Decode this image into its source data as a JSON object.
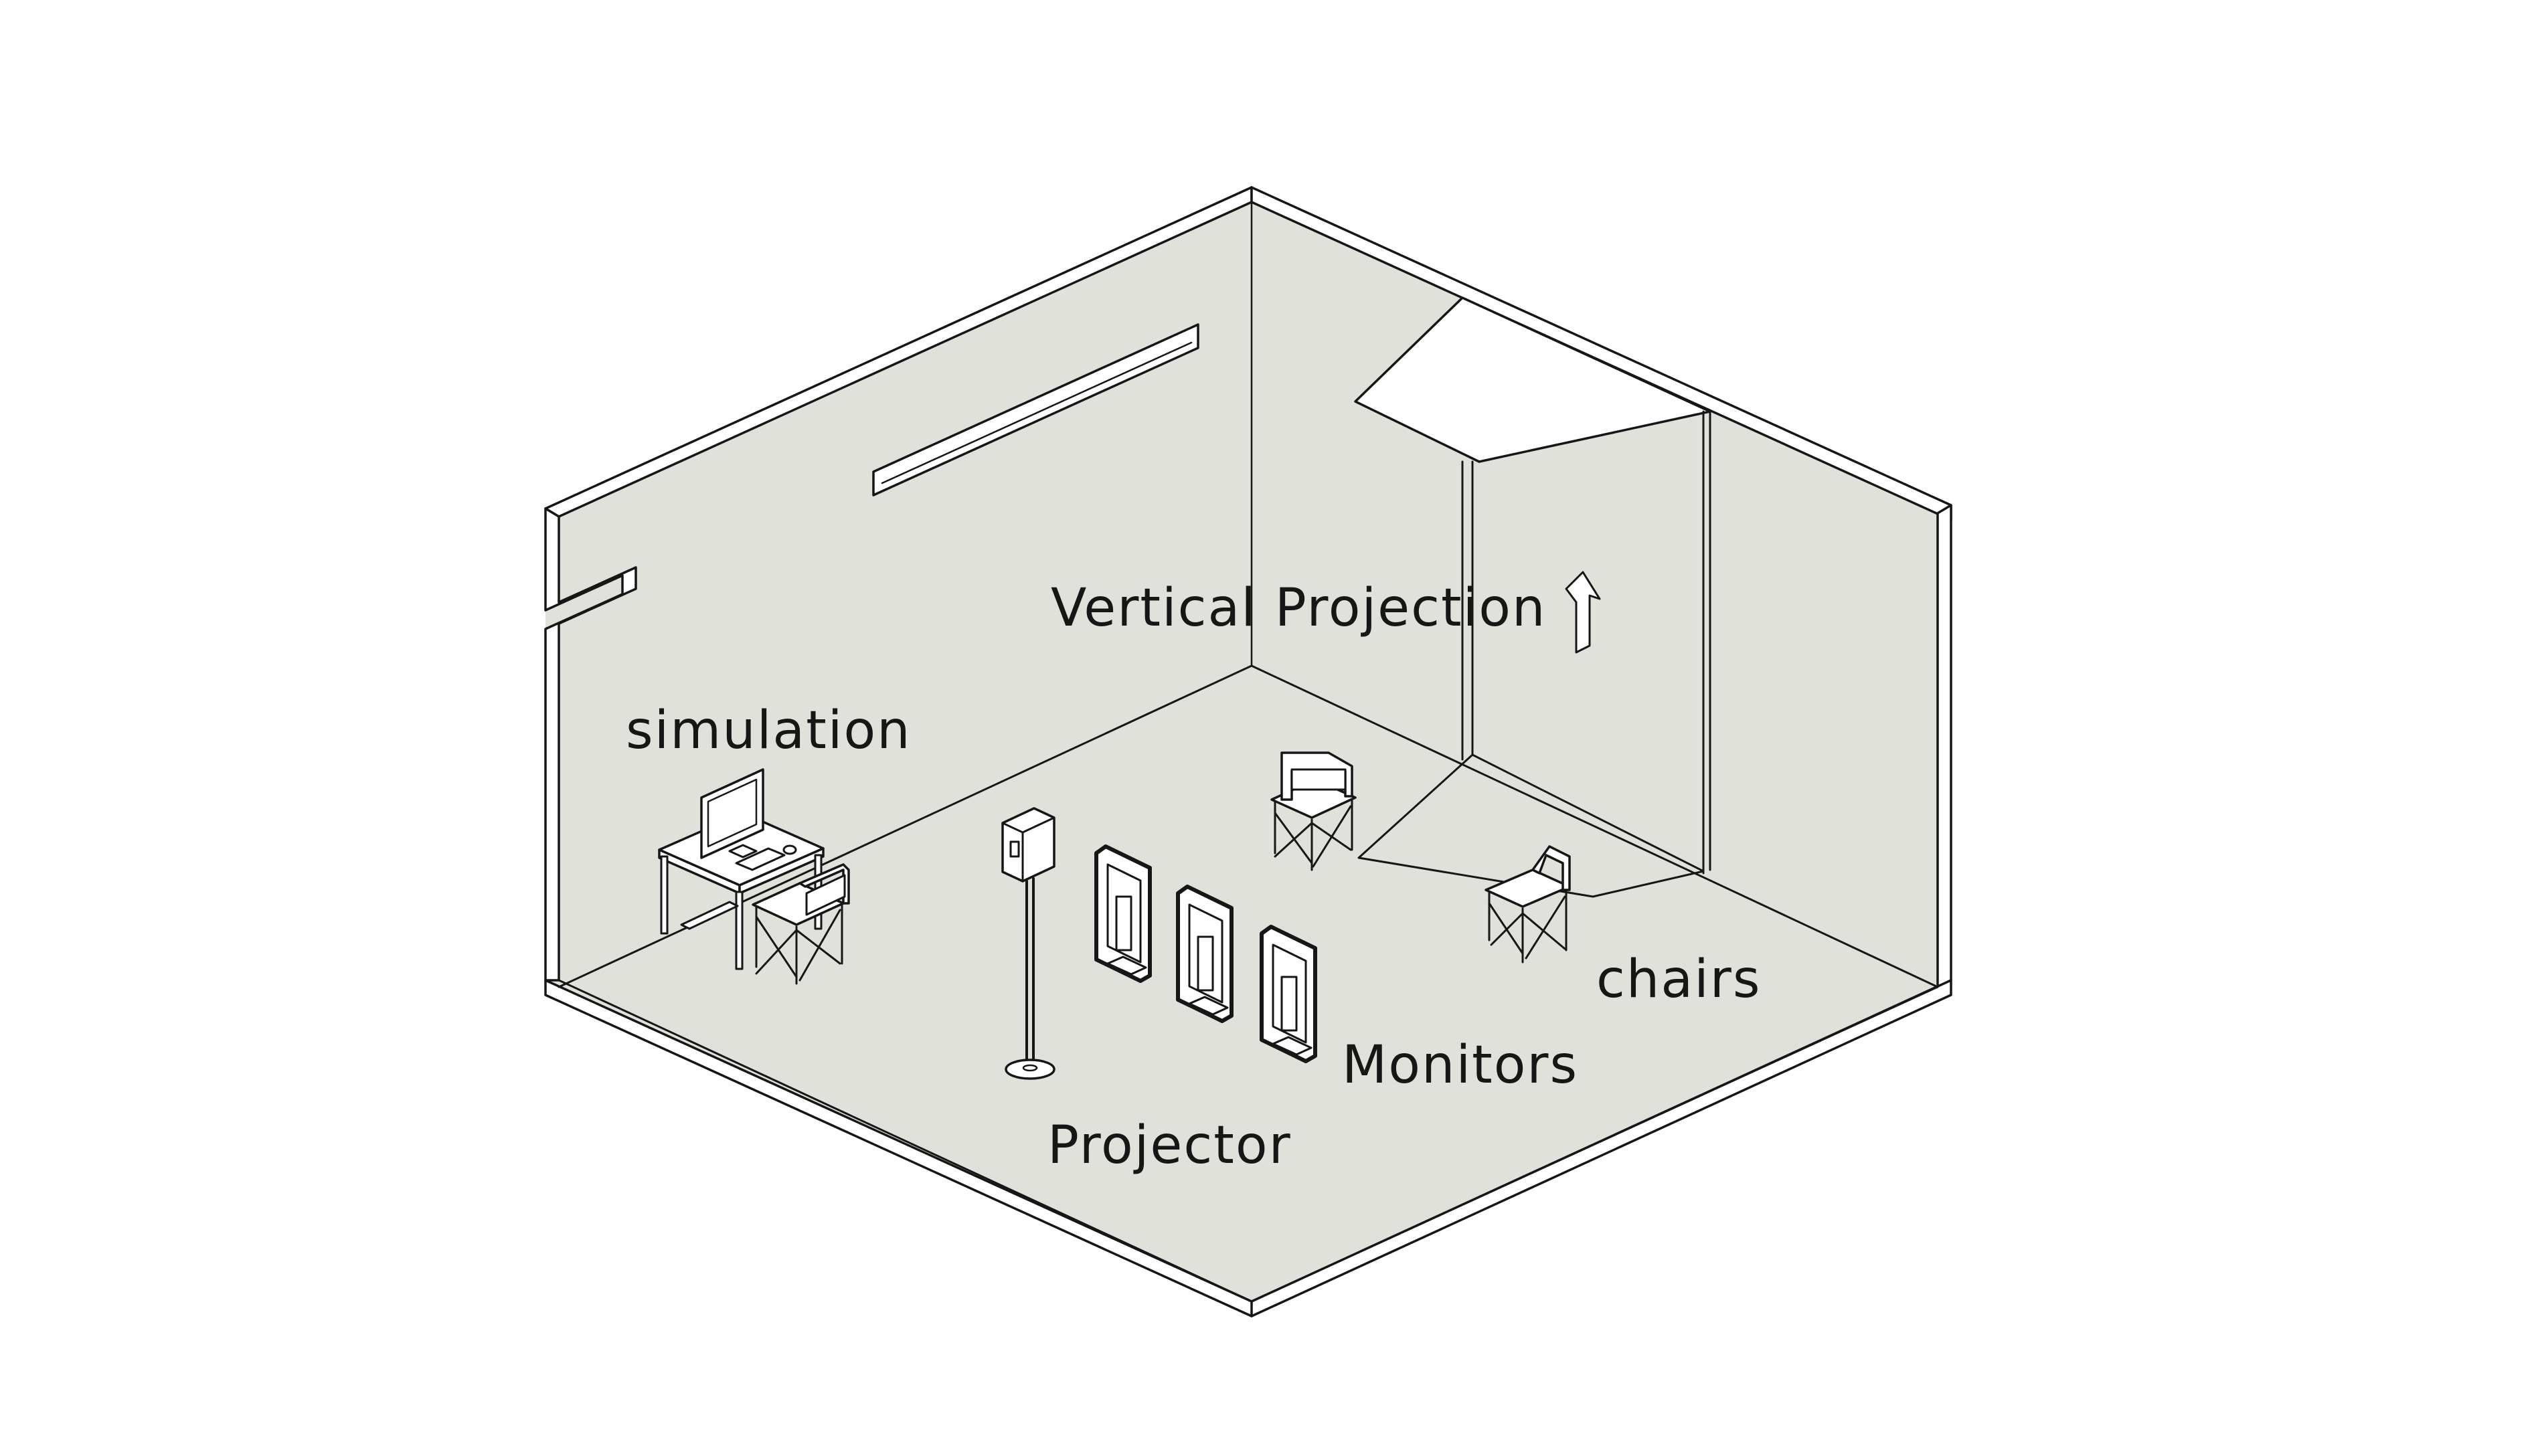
{
  "labels": {
    "simulation": "simulation",
    "vertical_projection": "Vertical Projection",
    "chairs": "chairs",
    "monitors": "Monitors",
    "projector": "Projector"
  },
  "colors": {
    "background": "#ffffff",
    "room_fill": "#e1e1dc",
    "line": "#161616"
  }
}
